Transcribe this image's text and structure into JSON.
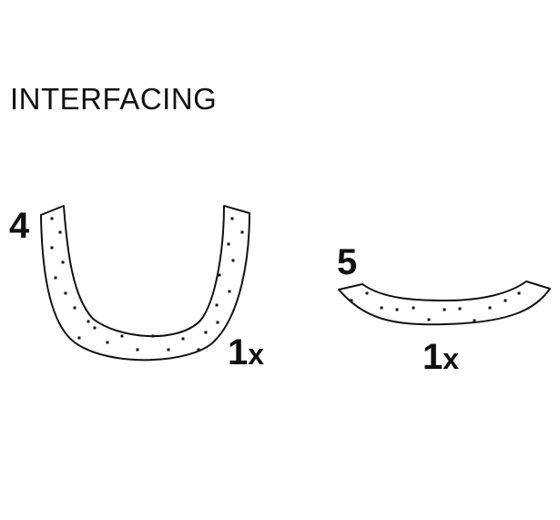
{
  "title": "INTERFACING",
  "pieces": [
    {
      "number": "4",
      "quantity_number": "1",
      "quantity_suffix": "x",
      "shape": "u-shaped facing"
    },
    {
      "number": "5",
      "quantity_number": "1",
      "quantity_suffix": "x",
      "shape": "curved strip facing"
    }
  ],
  "colors": {
    "outline": "#111111",
    "dots": "#111111",
    "text": "#111111",
    "background": "#ffffff"
  }
}
